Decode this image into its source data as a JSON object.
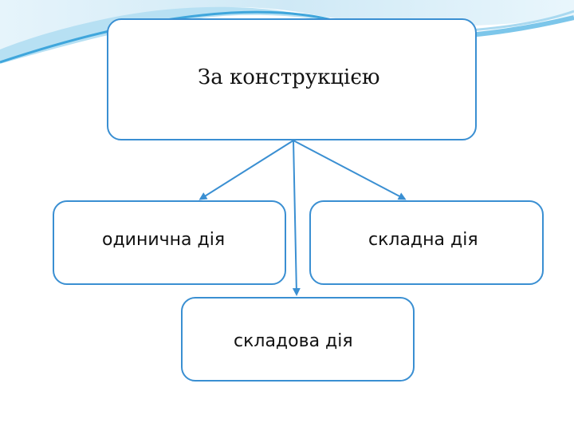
{
  "diagram": {
    "root": {
      "label": "За конструкцією"
    },
    "children": [
      {
        "id": "single",
        "label": "одинична дія"
      },
      {
        "id": "complex",
        "label": "складна дія"
      },
      {
        "id": "component",
        "label": "складова дія"
      }
    ]
  },
  "colors": {
    "border": "#3a8fd2",
    "arrow": "#3a8fd2",
    "wave_light": "#d4ecf7",
    "wave_mid": "#9fd4ee",
    "wave_dark": "#3fa6dc"
  }
}
